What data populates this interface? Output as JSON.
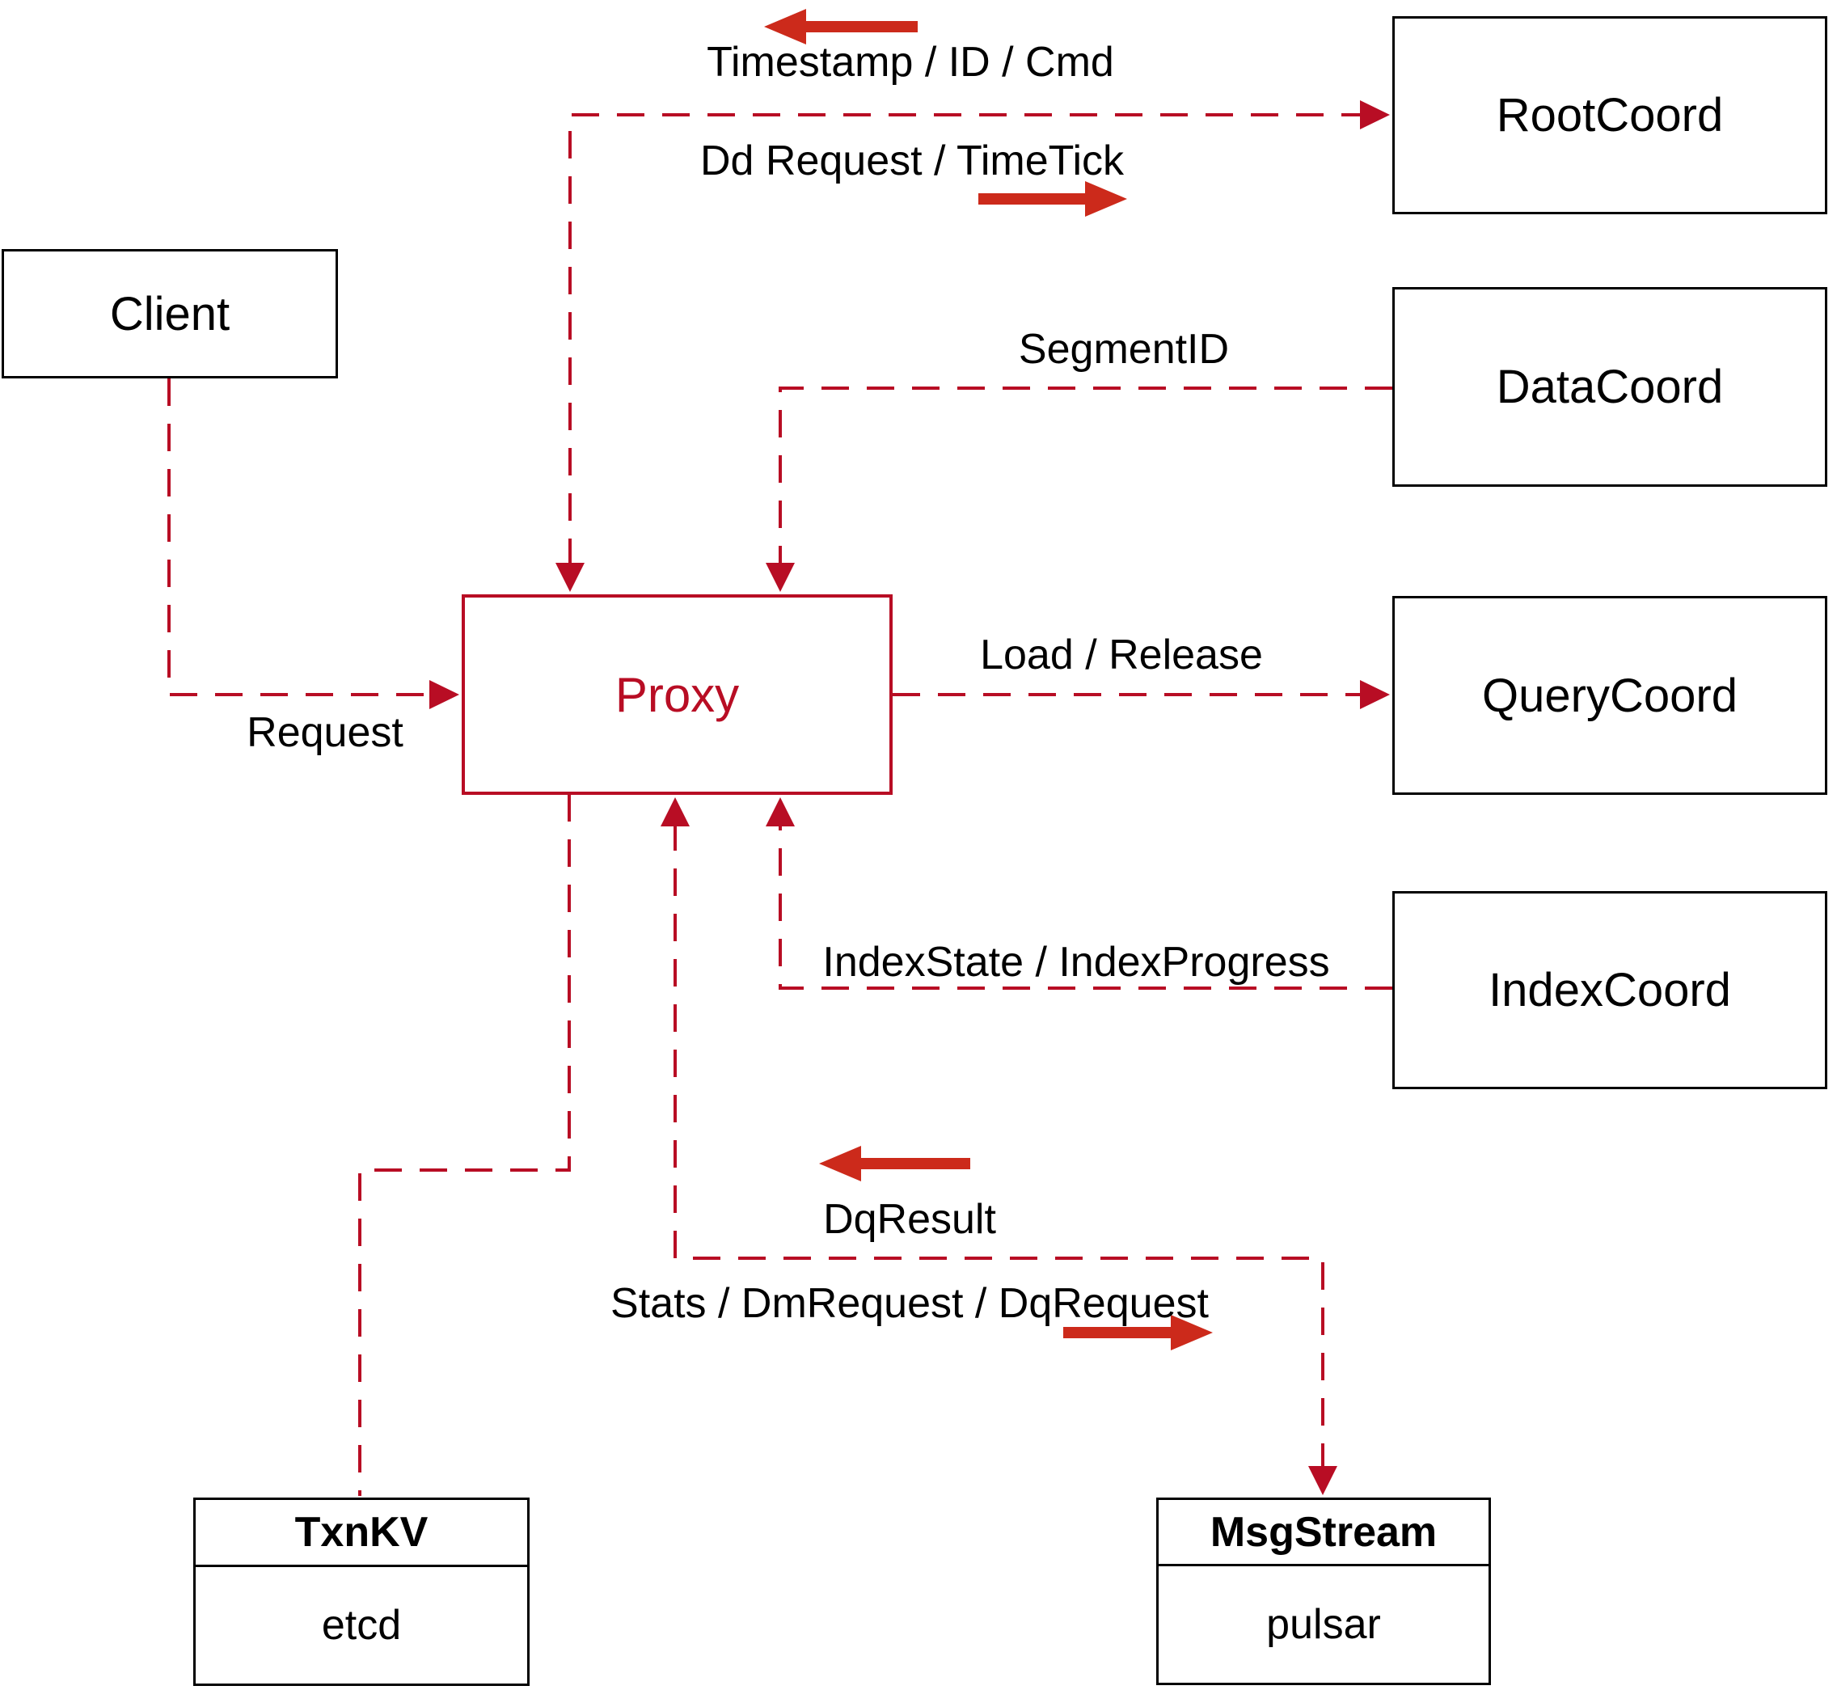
{
  "nodes": {
    "client": {
      "label": "Client"
    },
    "proxy": {
      "label": "Proxy"
    },
    "rootcoord": {
      "label": "RootCoord"
    },
    "datacoord": {
      "label": "DataCoord"
    },
    "querycoord": {
      "label": "QueryCoord"
    },
    "indexcoord": {
      "label": "IndexCoord"
    },
    "txnkv": {
      "title": "TxnKV",
      "impl": "etcd"
    },
    "msgstream": {
      "title": "MsgStream",
      "impl": "pulsar"
    }
  },
  "edges": {
    "timestamp_id_cmd": {
      "label": "Timestamp / ID / Cmd"
    },
    "dd_request_timetick": {
      "label": "Dd Request / TimeTick"
    },
    "segment_id": {
      "label": "SegmentID"
    },
    "load_release": {
      "label": "Load / Release"
    },
    "index_state_index_progress": {
      "label": "IndexState / IndexProgress"
    },
    "request": {
      "label": "Request"
    },
    "dq_result": {
      "label": "DqResult"
    },
    "stats_dm_request_dq_request": {
      "label": "Stats / DmRequest / DqRequest"
    }
  },
  "colors": {
    "connector_red": "#b80d24",
    "arrow_red": "#cc2a1b",
    "box_border": "#000000",
    "label_text": "#000000",
    "background": "#ffffff"
  }
}
